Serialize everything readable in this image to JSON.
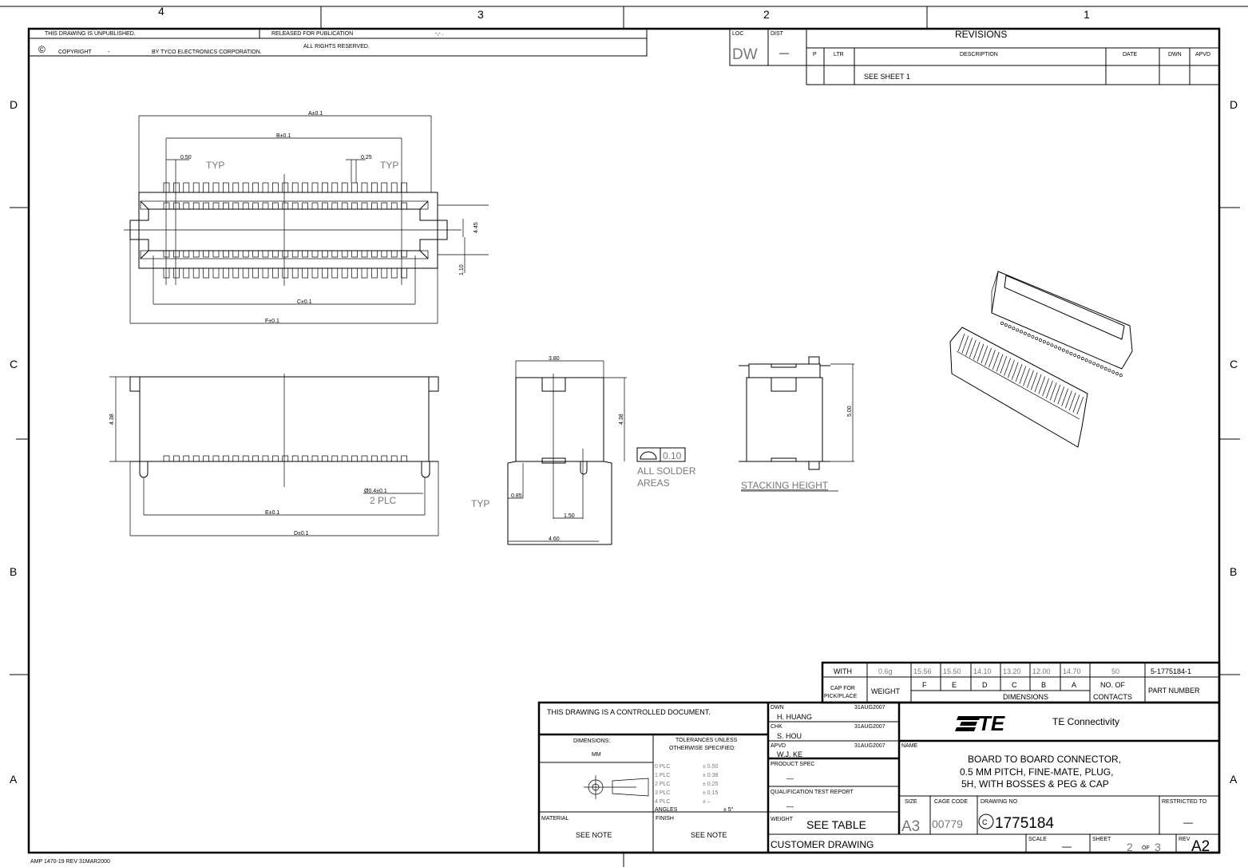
{
  "zones": {
    "cols": [
      "4",
      "3",
      "2",
      "1"
    ],
    "rows": [
      "D",
      "C",
      "B",
      "A"
    ]
  },
  "header": {
    "unpublished": "THIS DRAWING IS UNPUBLISHED.",
    "released": "RELEASED FOR PUBLICATION",
    "released_date": "-,-   .",
    "copyright_symbol": "©",
    "copyright": "COPYRIGHT",
    "copyright_year": "-",
    "by": "BY TYCO ELECTRONICS CORPORATION.",
    "rights": "ALL RIGHTS RESERVED."
  },
  "revisions": {
    "loc_label": "LOC",
    "loc": "DW",
    "dist_label": "DIST",
    "dist": "—",
    "title": "REVISIONS",
    "columns": [
      "P",
      "LTR",
      "DESCRIPTION",
      "DATE",
      "DWN",
      "APVD"
    ],
    "rows": [
      {
        "p": "",
        "ltr": "",
        "description": "SEE SHEET 1",
        "date": "",
        "dwn": "",
        "apvd": ""
      }
    ]
  },
  "views": {
    "top": {
      "dim_a": "A±0.1",
      "dim_b": "B±0.1",
      "dim_c": "C±0.1",
      "dim_f": "F±0.1",
      "pitch": "0.50",
      "pin_w": "0.25",
      "typ": "TYP",
      "typ2": "TYP",
      "dim_h1": "4.45",
      "dim_h2": "1.10"
    },
    "side": {
      "height": "4.38",
      "hole": "Ø0.4±0.1",
      "plc": "2 PLC",
      "dim_e": "E±0.1",
      "dim_d": "D±0.1",
      "typ": "TYP"
    },
    "end": {
      "width": "3.80",
      "height": "4.38",
      "foot": "0.85",
      "peg": "1.50",
      "base": "4.60"
    },
    "flatness": {
      "value": "0.10",
      "note1": "ALL SOLDER",
      "note2": "AREAS"
    },
    "stacking": {
      "height": "5.00",
      "label": "STACKING HEIGHT"
    }
  },
  "part_table": {
    "with": "WITH",
    "weight": "0.6g",
    "dims": [
      {
        "letter": "F",
        "value": "15.56"
      },
      {
        "letter": "E",
        "value": "15.50"
      },
      {
        "letter": "D",
        "value": "14.10"
      },
      {
        "letter": "C",
        "value": "13.20"
      },
      {
        "letter": "B",
        "value": "12.00"
      },
      {
        "letter": "A",
        "value": "14.70"
      }
    ],
    "contacts": "50",
    "part_number": "5-1775184-1",
    "cap_label1": "CAP FOR",
    "cap_label2": "PICK/PLACE",
    "weight_label": "WEIGHT",
    "dimensions_label": "DIMENSIONS",
    "contacts_label1": "NO. OF",
    "contacts_label2": "CONTACTS",
    "part_label": "PART NUMBER"
  },
  "title_block": {
    "controlled": "THIS DRAWING IS A CONTROLLED DOCUMENT.",
    "dimensions_label": "DIMENSIONS:",
    "dimensions_unit": "MM",
    "tolerances_title1": "TOLERANCES UNLESS",
    "tolerances_title2": "OTHERWISE SPECIFIED:",
    "tolerances": [
      {
        "plc": "0  PLC",
        "val": "± 0.50"
      },
      {
        "plc": "1  PLC",
        "val": "± 0.38"
      },
      {
        "plc": "2  PLC",
        "val": "± 0.25"
      },
      {
        "plc": "3  PLC",
        "val": "± 0.15"
      },
      {
        "plc": "4  PLC",
        "val": "± –"
      }
    ],
    "angles_label": "ANGLES",
    "angles": "± 5°",
    "material_label": "MATERIAL",
    "material": "SEE NOTE",
    "finish_label": "FINISH",
    "finish": "SEE NOTE",
    "dwn_label": "DWN",
    "dwn": "H. HUANG",
    "dwn_date": "31AUG2007",
    "chk_label": "CHK",
    "chk": "S. HOU",
    "chk_date": "31AUG2007",
    "apvd_label": "APVD",
    "apvd": "W.J. KE",
    "apvd_date": "31AUG2007",
    "product_spec_label": "PRODUCT SPEC",
    "product_spec": "—",
    "qtr_label": "QUALIFICATION TEST REPORT",
    "qtr": "—",
    "weight_label": "WEIGHT",
    "weight": "SEE TABLE",
    "customer": "CUSTOMER DRAWING",
    "company": "TE Connectivity",
    "logo": "TE",
    "name_label": "NAME",
    "name": [
      "BOARD TO BOARD CONNECTOR,",
      "0.5 MM PITCH, FINE-MATE, PLUG,",
      "5H, WITH BOSSES & PEG & CAP"
    ],
    "size_label": "SIZE",
    "size": "A3",
    "cage_label": "CAGE CODE",
    "cage": "00779",
    "drawing_no_label": "DRAWING NO",
    "drawing_no": "1775184",
    "drawing_prefix": "C",
    "restricted_label": "RESTRICTED TO",
    "restricted": "—",
    "scale_label": "SCALE",
    "scale": "—",
    "sheet_label": "SHEET",
    "sheet": "2",
    "sheet_of": "OF",
    "sheet_total": "3",
    "rev_label": "REV",
    "rev": "A2"
  },
  "footer": "AMP 1470-19 REV 31MAR2000"
}
